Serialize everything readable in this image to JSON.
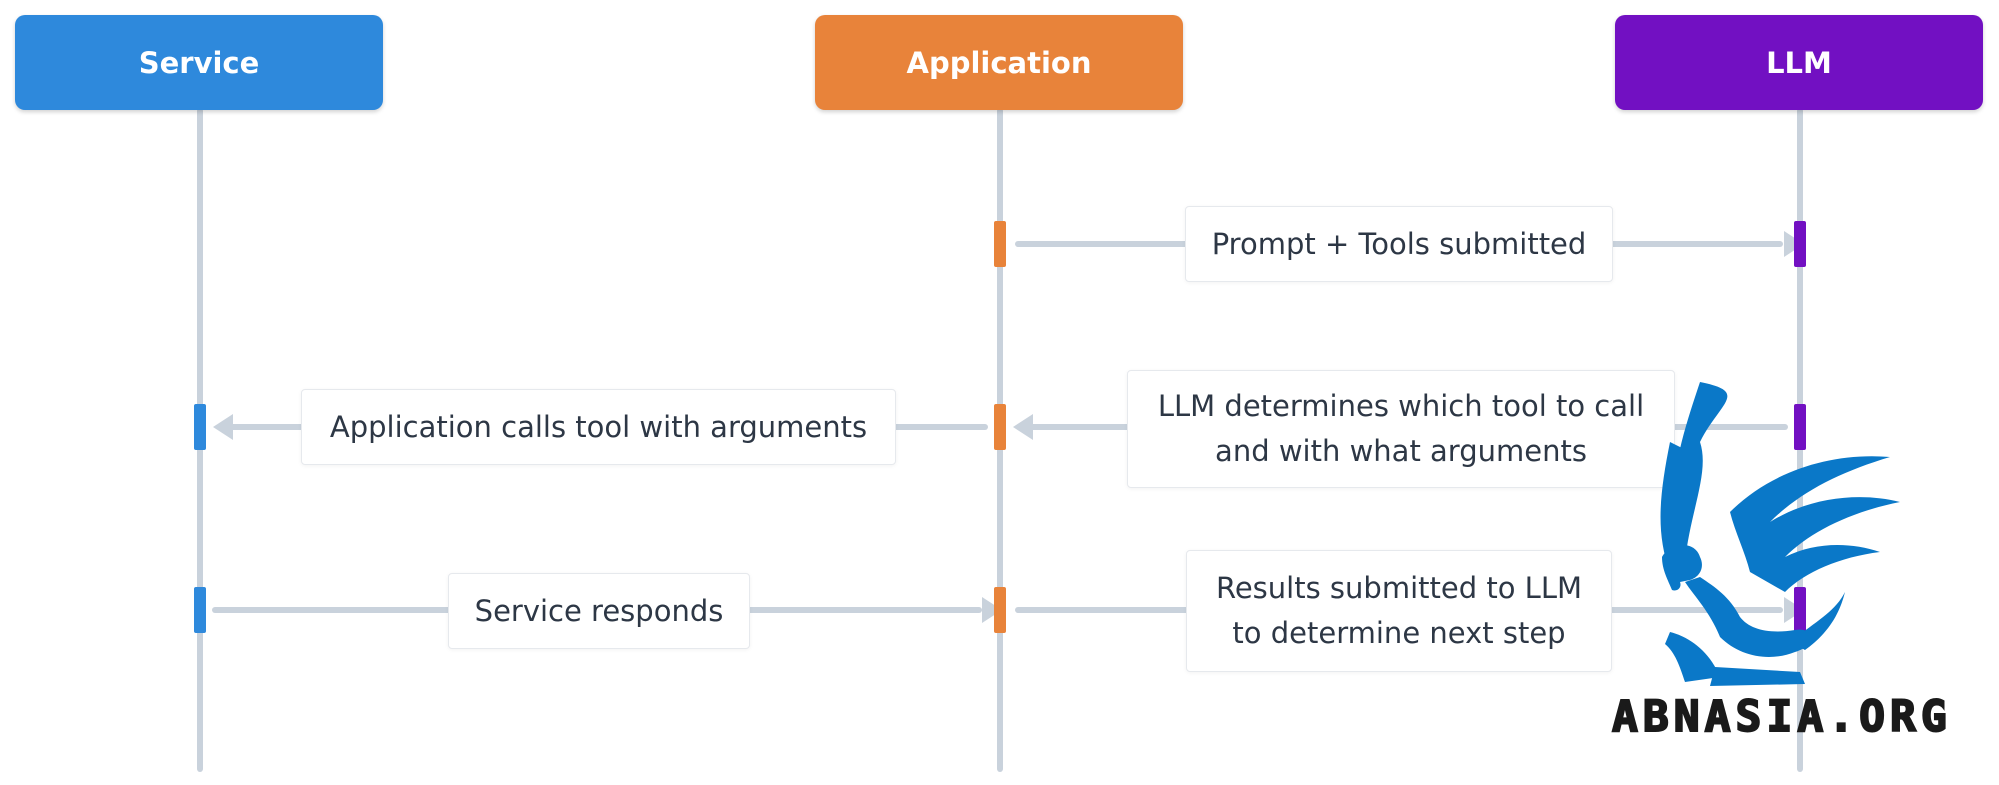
{
  "colors": {
    "service": "#2e89dc",
    "application": "#e8833a",
    "llm": "#7210c2",
    "lifeline": "#c9d2dc",
    "label_text": "#2d3745",
    "watermark": "#0a78c8"
  },
  "actors": {
    "service": "Service",
    "application": "Application",
    "llm": "LLM"
  },
  "messages": {
    "m1": "Prompt + Tools submitted",
    "m2_line1": "LLM determines which tool to call",
    "m2_line2": "and with what arguments",
    "m3": "Application calls tool with arguments",
    "m4": "Service responds",
    "m5_line1": "Results submitted to LLM",
    "m5_line2": "to determine next step"
  },
  "watermark": {
    "text": "ABNASIA.ORG",
    "icon": "griffin-logo-icon"
  }
}
